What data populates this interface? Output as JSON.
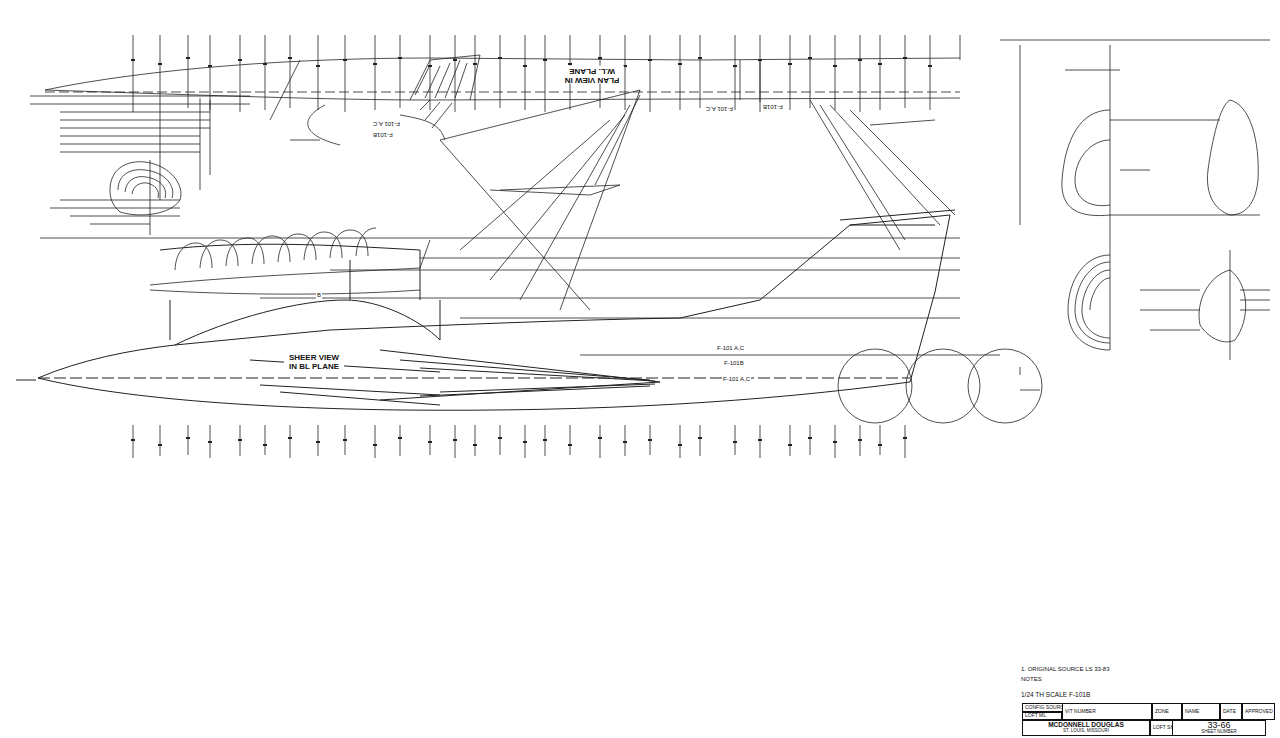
{
  "diagram": {
    "nodes": [
      {
        "text": [
          "CONFIG SOURCE"
        ]
      },
      {
        "text": [
          "LOFT ML"
        ]
      },
      {
        "text": [
          "VIT NUMBER"
        ]
      },
      {
        "text": [
          "ZONE"
        ]
      },
      {
        "text": [
          "NAME"
        ]
      },
      {
        "text": [
          "DATE"
        ]
      },
      {
        "text": [
          "APPROVED"
        ]
      },
      {
        "text": [
          "MCDONNELL DOUGLAS",
          "ST. LOUIS, MISSOURI"
        ]
      },
      {
        "text": [
          "LOFT SHEET"
        ]
      },
      {
        "text": [
          "33-66",
          "SHEET NUMBER"
        ]
      }
    ],
    "labels": [
      "PLAN VIEW IN W.L. PLANE",
      "SHEER VIEW IN BL PLANE",
      "F-101B",
      "F-101 A,C",
      "F-101B",
      "F-101 A,C",
      "F-101 A,C",
      "F-101B",
      "F-101 A,C",
      "1. ORIGINAL SOURCE LS 33-83",
      "NOTES",
      "1/24 TH SCALE F-101B",
      "B"
    ]
  }
}
